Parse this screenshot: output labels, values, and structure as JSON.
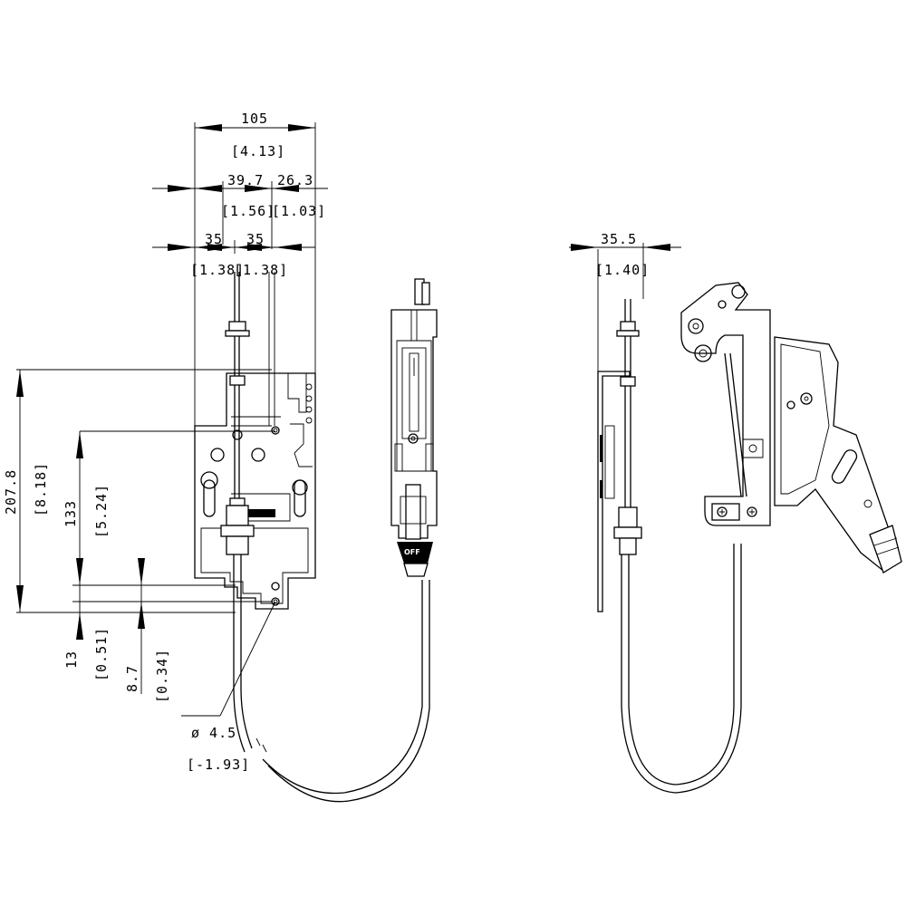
{
  "dimensions": {
    "width_total": "105",
    "width_total_in": "[4.13]",
    "d1": "39.7",
    "d1_in": "[1.56]",
    "d2": "26.3",
    "d2_in": "[1.03]",
    "d3": "35",
    "d3_in": "[1.38]",
    "d4": "35",
    "d4_in": "[1.38]",
    "height_total": "207.8",
    "height_total_in": "[8.18]",
    "height_mid": "133",
    "height_mid_in": "[5.24]",
    "h_small": "13",
    "h_small_in": "[0.51]",
    "h_tiny": "8.7",
    "h_tiny_in": "[0.34]",
    "hole_dia": "ø 4.5",
    "hole_dia_in": "[-1.93]",
    "side_width": "35.5",
    "side_width_in": "[1.40]"
  },
  "labels": {
    "handle_text": "OFF"
  }
}
